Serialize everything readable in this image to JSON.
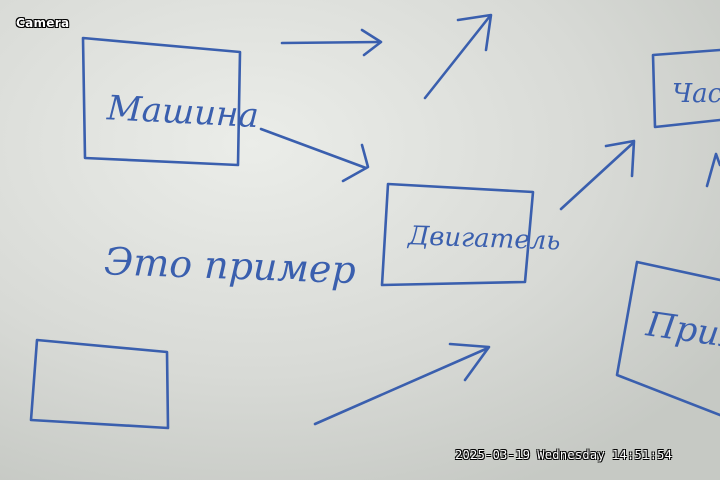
{
  "camera": {
    "label": "Camera",
    "date": "2025-03-19",
    "weekday": "Wednesday",
    "time": "14:51:54"
  },
  "whiteboard": {
    "box_mashina": "Машина",
    "box_dvigatel": "Двигатель",
    "box_chast": "Част",
    "box_prim": "Прим",
    "caption": "Это пример"
  },
  "colors": {
    "ink": "#3a5fae",
    "board": "#dcdedb"
  }
}
